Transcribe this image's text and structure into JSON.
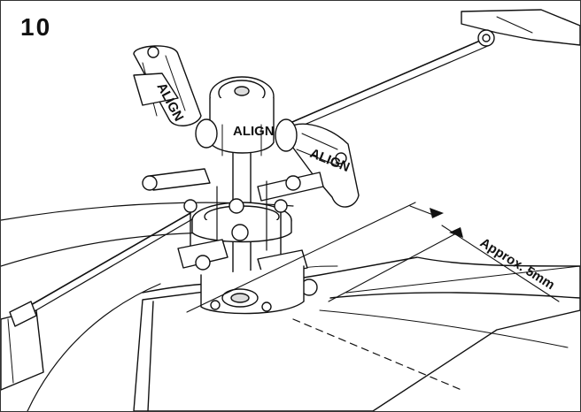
{
  "step": {
    "number": "10"
  },
  "dimension": {
    "label": "Approx. 5mm"
  },
  "brand": {
    "blade_grip_text": "ALIGN"
  },
  "colors": {
    "line": "#111111",
    "background": "#ffffff",
    "fill_light": "#ffffff",
    "fill_shade": "#dcdcdc"
  }
}
